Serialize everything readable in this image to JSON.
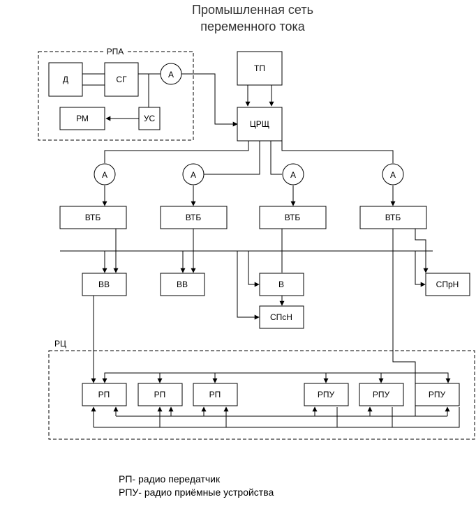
{
  "title": {
    "line1": "Промышленная сеть",
    "line2": "переменного тока"
  },
  "groups": {
    "rpa": "РПА",
    "rc": "РЦ"
  },
  "blocks": {
    "d": "Д",
    "sg": "СГ",
    "rm": "РМ",
    "us": "УС",
    "tp": "ТП",
    "crsch": "ЦРЩ",
    "vtb1": "ВТБ",
    "vtb2": "ВТБ",
    "vtb3": "ВТБ",
    "vtb4": "ВТБ",
    "vv1": "ВВ",
    "vv2": "ВВ",
    "v": "В",
    "spsn": "СПсН",
    "sprn": "СПрН",
    "rp1": "РП",
    "rp2": "РП",
    "rp3": "РП",
    "rpu1": "РПУ",
    "rpu2": "РПУ",
    "rpu3": "РПУ"
  },
  "ammeters": {
    "a0": "A",
    "a1": "A",
    "a2": "A",
    "a3": "A",
    "a4": "A"
  },
  "legend": {
    "line1": "РП- радио передатчик",
    "line2": "РПУ- радио приёмные устройства"
  }
}
